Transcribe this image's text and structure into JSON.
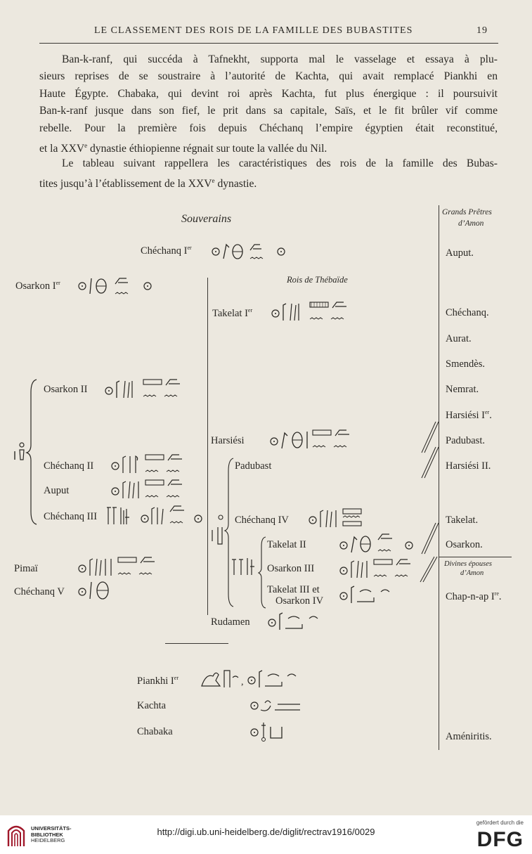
{
  "header": {
    "title": "LE CLASSEMENT DES ROIS DE LA FAMILLE DES BUBASTITES",
    "page_number": "19"
  },
  "paragraphs": [
    {
      "lines": [
        "Ban-k-ranf, qui succéda à Tafnekht, supporta mal le vasselage et essaya à plu-",
        "sieurs reprises de se soustraire à l’autorité de Kachta, qui avait remplacé Piankhi en",
        "Haute Égypte. Chabaka, qui devint roi après Kachta, fut plus énergique : il poursuivit",
        "Ban-k-ranf jusque dans son fief, le prit dans sa capitale, Saïs, et le fit brûler vif comme",
        "rebelle. Pour la première fois depuis Chéchanq l’empire égyptien était reconstitué,"
      ],
      "last_prefix": "et la XXV",
      "last_sup": "e",
      "last_suffix": " dynastie éthiopienne régnait sur toute la vallée du Nil."
    },
    {
      "lines": [
        "Le tableau suivant rappellera les caractéristiques des rois de la famille des Bubas-"
      ],
      "last_prefix": "tites jusqu’à l’établissement de la XXV",
      "last_sup": "e",
      "last_suffix": " dynastie."
    }
  ],
  "table": {
    "souverains_heading": "Souverains",
    "thebaide_heading": "Rois de Thébaïde",
    "grands_pretres_heading": [
      "Grands Prêtres",
      "d’Amon"
    ],
    "divines_epouses_heading": [
      "Divines épouses",
      "d’Amon"
    ],
    "kings": {
      "chechanq_i": "Chéchanq I",
      "chechanq_i_sup": "er",
      "osarkon_i": "Osarkon I",
      "osarkon_i_sup": "er",
      "osarkon_ii": "Osarkon II",
      "chechanq_ii": "Chéchanq II",
      "auput": "Auput",
      "chechanq_iii": "Chéchanq III",
      "pimai": "Pimaï",
      "chechanq_v": "Chéchanq V"
    },
    "thebaide": {
      "takelat_i": "Takelat I",
      "takelat_i_sup": "er",
      "harsiesi": "Harsiési",
      "padubast": "Padubast",
      "chechanq_iv": "Chéchanq IV",
      "takelat_ii": "Takelat II",
      "osarkon_iii": "Osarkon III",
      "takelat_iii_line1": "Takelat III et",
      "takelat_iii_line2": "Osarkon IV",
      "rudamen": "Rudamen"
    },
    "ethiopiens": {
      "piankhi": "Piankhi I",
      "piankhi_sup": "er",
      "kachta": "Kachta",
      "chabaka": "Chabaka"
    },
    "pretres": [
      {
        "name": "Auput."
      },
      {
        "name": "Chéchanq."
      },
      {
        "name": "Aurat."
      },
      {
        "name": "Smendès."
      },
      {
        "name": "Nemrat."
      },
      {
        "name": "Harsiési I",
        "sup": "er",
        "suffix": "."
      },
      {
        "name": "Padubast."
      },
      {
        "name": "Harsiési II."
      },
      {
        "name": "Takelat."
      },
      {
        "name": "Osarkon."
      }
    ],
    "epouses": [
      {
        "name": "Chap-n-ap I",
        "sup": "re",
        "suffix": "."
      },
      {
        "name": "Améniritis."
      }
    ]
  },
  "footer": {
    "url": "http://digi.ub.uni-heidelberg.de/diglit/rectrav1916/0029",
    "library_lines": [
      "UNIVERSITÄTS-",
      "BIBLIOTHEK",
      "HEIDELBERG"
    ],
    "funded_by": "gefördert durch die",
    "funder_logo": "DFG"
  }
}
